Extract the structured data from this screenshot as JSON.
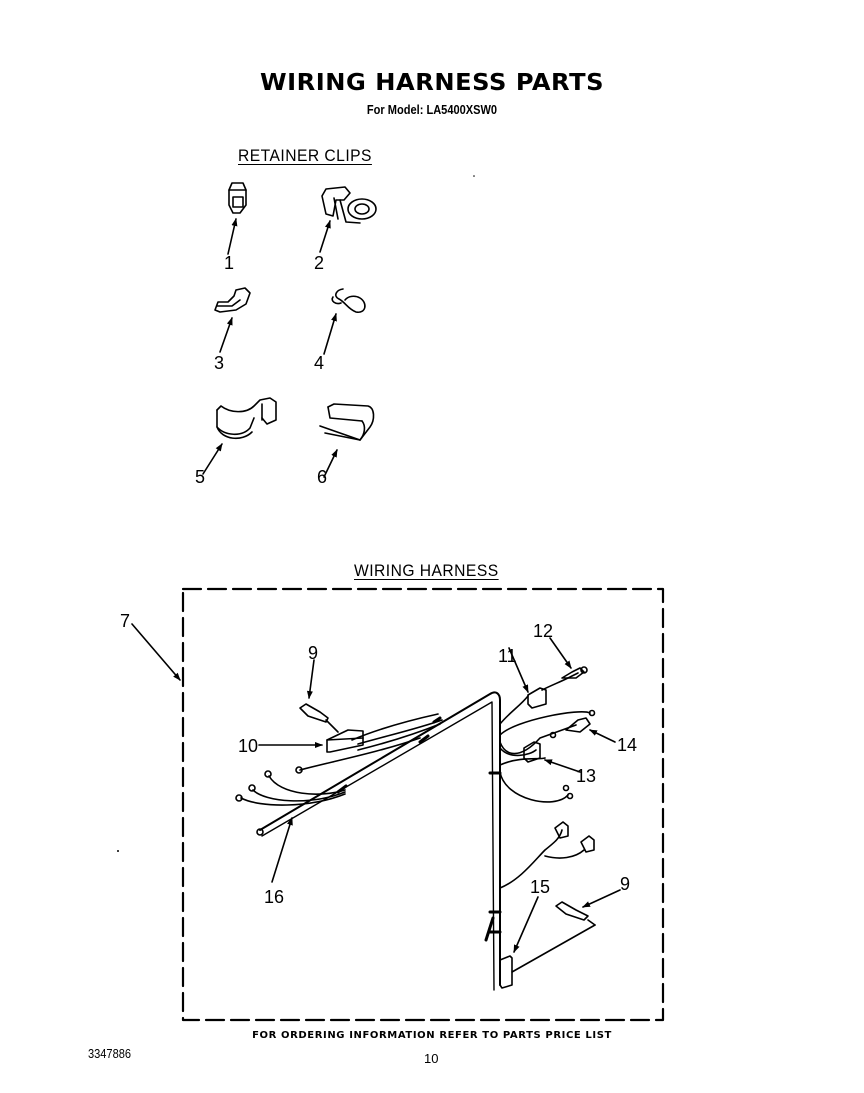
{
  "header": {
    "title": "WIRING HARNESS PARTS",
    "subtitle": "For Model: LA5400XSW0"
  },
  "sections": {
    "retainer_clips": "RETAINER CLIPS",
    "wiring_harness": "WIRING HARNESS"
  },
  "callouts": {
    "c1": "1",
    "c2": "2",
    "c3": "3",
    "c4": "4",
    "c5": "5",
    "c6": "6",
    "c7": "7",
    "c9a": "9",
    "c9b": "9",
    "c10": "10",
    "c11": "11",
    "c12": "12",
    "c13": "13",
    "c14": "14",
    "c15": "15",
    "c16": "16"
  },
  "parts": [
    {
      "number": "1",
      "group": "RETAINER CLIPS"
    },
    {
      "number": "2",
      "group": "RETAINER CLIPS"
    },
    {
      "number": "3",
      "group": "RETAINER CLIPS"
    },
    {
      "number": "4",
      "group": "RETAINER CLIPS"
    },
    {
      "number": "5",
      "group": "RETAINER CLIPS"
    },
    {
      "number": "6",
      "group": "RETAINER CLIPS"
    },
    {
      "number": "7",
      "group": "WIRING HARNESS"
    },
    {
      "number": "9",
      "group": "WIRING HARNESS"
    },
    {
      "number": "10",
      "group": "WIRING HARNESS"
    },
    {
      "number": "11",
      "group": "WIRING HARNESS"
    },
    {
      "number": "12",
      "group": "WIRING HARNESS"
    },
    {
      "number": "13",
      "group": "WIRING HARNESS"
    },
    {
      "number": "14",
      "group": "WIRING HARNESS"
    },
    {
      "number": "15",
      "group": "WIRING HARNESS"
    },
    {
      "number": "16",
      "group": "WIRING HARNESS"
    }
  ],
  "footer": {
    "ordering_note": "FOR ORDERING INFORMATION REFER TO PARTS PRICE LIST",
    "document_number": "3347886",
    "page_number": "10"
  }
}
